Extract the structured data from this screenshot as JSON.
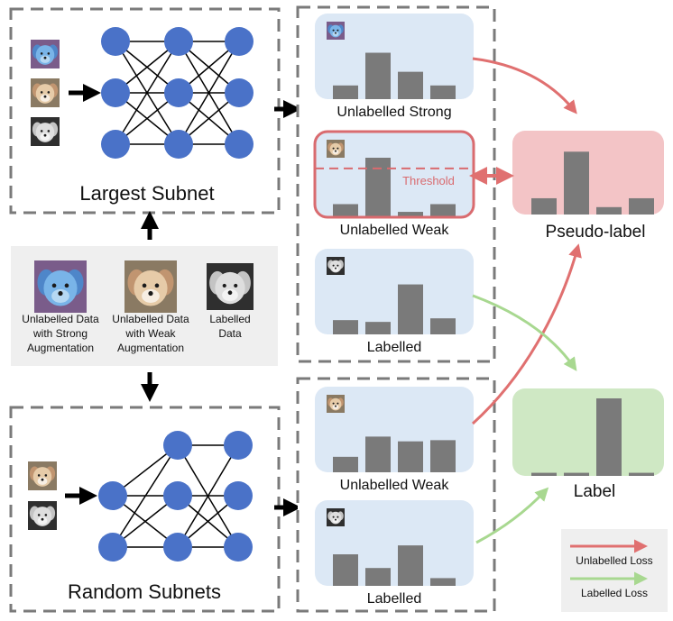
{
  "top_subnet": {
    "title": "Largest Subnet"
  },
  "bottom_subnet": {
    "title": "Random Subnets"
  },
  "input_panel": {
    "items": [
      {
        "lines": [
          "Unlabelled Data",
          "with Strong",
          "Augmentation"
        ],
        "image": "dog-strong-augmentation"
      },
      {
        "lines": [
          "Unlabelled Data",
          "with Weak",
          "Augmentation"
        ],
        "image": "dog-weak-augmentation"
      },
      {
        "lines": [
          "Labelled",
          "Data"
        ],
        "image": "dog-labelled"
      }
    ]
  },
  "top_outputs": [
    {
      "label": "Unlabelled Strong",
      "values": [
        0.23,
        0.78,
        0.46,
        0.23
      ],
      "image": "dog-strong-augmentation"
    },
    {
      "label": "Unlabelled Weak",
      "values": [
        0.22,
        1.0,
        0.09,
        0.22
      ],
      "image": "dog-weak-augmentation",
      "highlighted": true,
      "threshold_label": "Threshold",
      "threshold": 0.82
    },
    {
      "label": "Labelled",
      "values": [
        0.24,
        0.21,
        0.84,
        0.27
      ],
      "image": "dog-labelled"
    }
  ],
  "bottom_outputs": [
    {
      "label": "Unlabelled Weak",
      "values": [
        0.26,
        0.6,
        0.52,
        0.54
      ],
      "image": "dog-weak-augmentation"
    },
    {
      "label": "Labelled",
      "values": [
        0.53,
        0.3,
        0.68,
        0.13
      ],
      "image": "dog-labelled"
    }
  ],
  "targets": {
    "pseudo_label": {
      "label": "Pseudo-label",
      "values": [
        0.22,
        0.85,
        0.1,
        0.22
      ]
    },
    "label": {
      "label": "Label",
      "values": [
        0.04,
        0.04,
        1.0,
        0.04
      ]
    }
  },
  "legend": {
    "items": [
      {
        "label": "Unlabelled Loss",
        "color": "#e07070"
      },
      {
        "label": "Labelled Loss",
        "color": "#a8d890"
      }
    ]
  },
  "colors": {
    "node": "#4a72c8",
    "bar": "#7a7a7a",
    "output_box": "#dce8f5",
    "pseudo_box": "#f3c4c6",
    "label_box": "#cfe8c4",
    "highlight": "#d96b6f",
    "panel": "#efefef",
    "dash": "#7a7a7a"
  }
}
